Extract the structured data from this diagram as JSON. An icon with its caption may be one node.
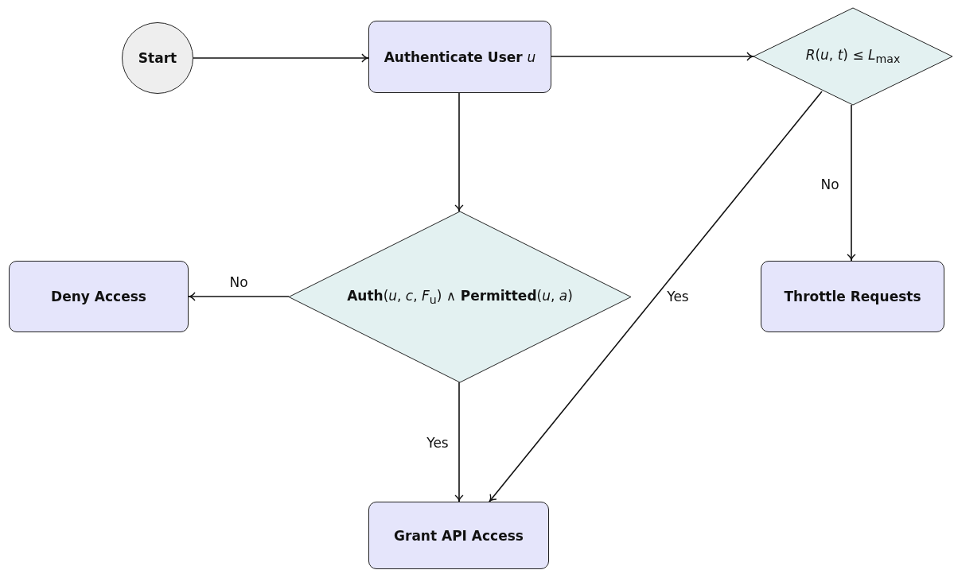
{
  "diagram": {
    "nodes": [
      {
        "text": [
          "Start"
        ]
      },
      {
        "text": [
          "Authenticate User *u*"
        ]
      },
      {
        "text": [
          "*R*(*u*, *t*) ≤ *L*$_{max}$"
        ]
      },
      {
        "text": [
          "Deny Access"
        ]
      },
      {
        "text": [
          "**Auth**(*u*, *c*, *F*$_{u}$) ∧ **Permitted**(*u*, *a*)"
        ]
      },
      {
        "text": [
          "Throttle Requests"
        ]
      },
      {
        "text": [
          "Grant API Access"
        ]
      }
    ],
    "edges": [
      {
        "from": 0,
        "to": 1,
        "arrow": "to"
      },
      {
        "from": 1,
        "to": 2,
        "arrow": "to"
      },
      {
        "from": 1,
        "to": 4,
        "arrow": "to"
      },
      {
        "from": 4,
        "to": 3,
        "arrow": "to",
        "label": "No"
      },
      {
        "from": 4,
        "to": 6,
        "arrow": "to",
        "label": "Yes"
      },
      {
        "from": 2,
        "to": 5,
        "arrow": "to",
        "label": "No"
      },
      {
        "from": 2,
        "to": 6,
        "arrow": "to",
        "label": "Yes"
      }
    ]
  }
}
